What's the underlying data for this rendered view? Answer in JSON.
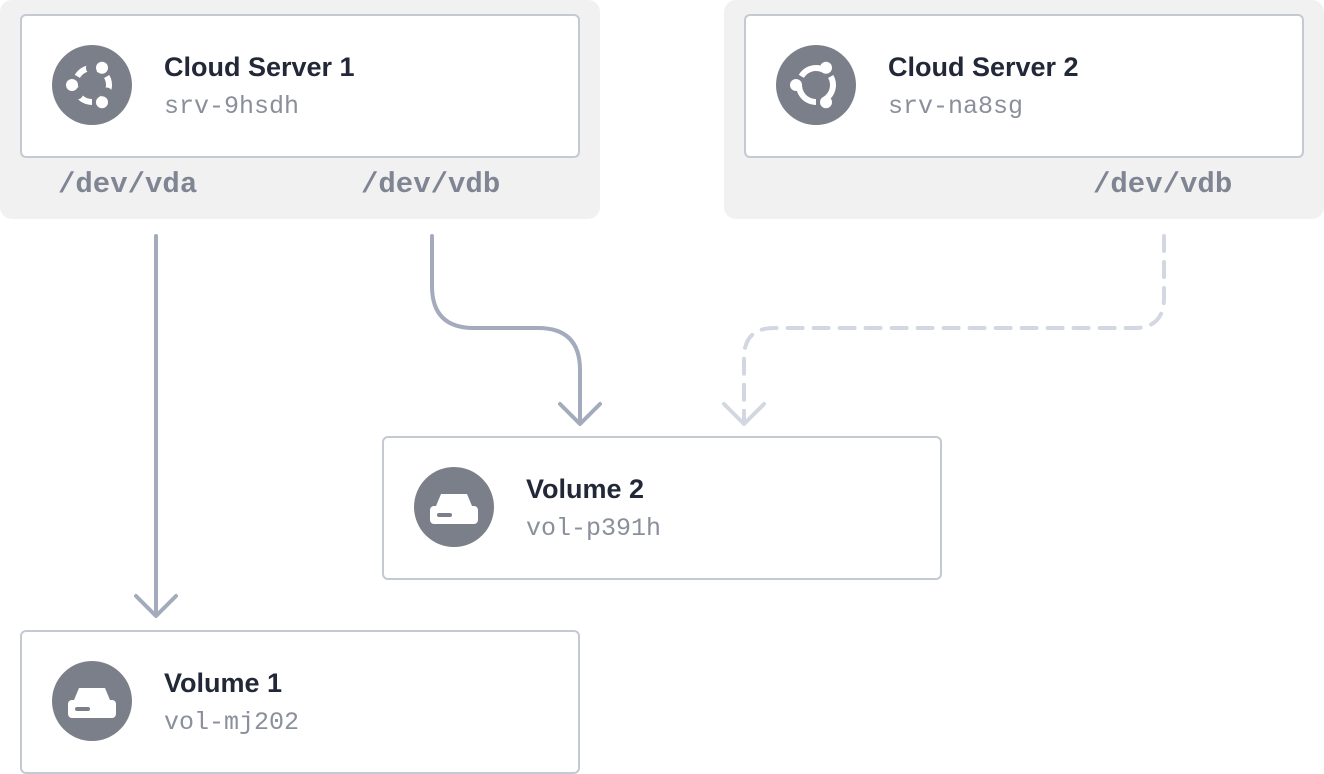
{
  "servers": [
    {
      "name": "Cloud Server 1",
      "id": "srv-9hsdh",
      "icon": "ubuntu-icon",
      "devices": [
        "/dev/vda",
        "/dev/vdb"
      ]
    },
    {
      "name": "Cloud Server 2",
      "id": "srv-na8sg",
      "icon": "ubuntu-icon",
      "devices": [
        "/dev/vdb"
      ]
    }
  ],
  "volumes": [
    {
      "name": "Volume 1",
      "id": "vol-mj202",
      "icon": "disk-drive-icon"
    },
    {
      "name": "Volume 2",
      "id": "vol-p391h",
      "icon": "disk-drive-icon"
    }
  ],
  "connections": [
    {
      "from": "srv-9hsdh /dev/vda",
      "to": "vol-mj202",
      "style": "solid"
    },
    {
      "from": "srv-9hsdh /dev/vdb",
      "to": "vol-p391h",
      "style": "solid"
    },
    {
      "from": "srv-na8sg /dev/vdb",
      "to": "vol-p391h",
      "style": "dashed"
    }
  ],
  "colors": {
    "group_background": "#f1f1f2",
    "card_border": "#c4c9d4",
    "icon_circle": "#7b7f8a",
    "title_text": "#232838",
    "id_text": "#8a8f9b",
    "device_text": "#7f8592",
    "solid_connector": "#a3abbd",
    "dashed_connector": "#d2d7e1"
  }
}
